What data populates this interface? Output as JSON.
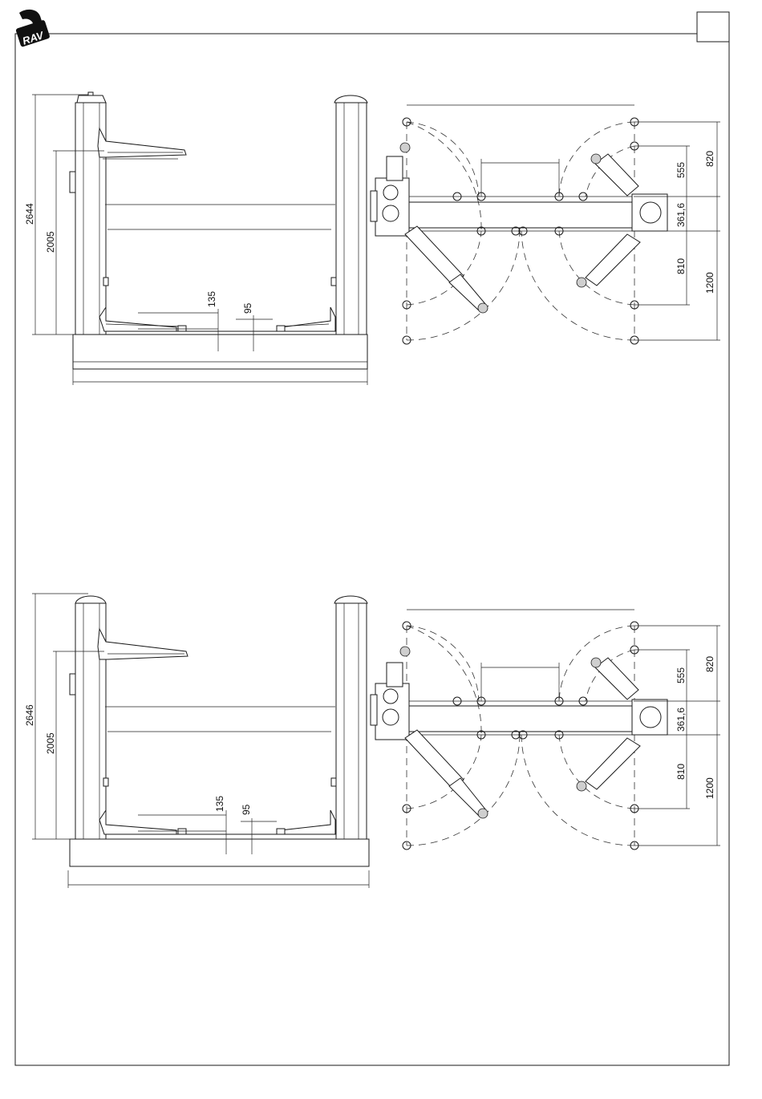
{
  "brand": {
    "logo_text": "RAV"
  },
  "drawing_1": {
    "side_view": {
      "total_height": "2644",
      "lift_height": "2005",
      "arm_height": "135",
      "pad_height": "95"
    },
    "top_view": {
      "d_820": "820",
      "d_555": "555",
      "d_361_6": "361,6",
      "d_810": "810",
      "d_1200": "1200"
    }
  },
  "drawing_2": {
    "side_view": {
      "total_height": "2646",
      "lift_height": "2005",
      "arm_height": "135",
      "pad_height": "95"
    },
    "top_view": {
      "d_820": "820",
      "d_555": "555",
      "d_361_6": "361,6",
      "d_810": "810",
      "d_1200": "1200"
    }
  }
}
